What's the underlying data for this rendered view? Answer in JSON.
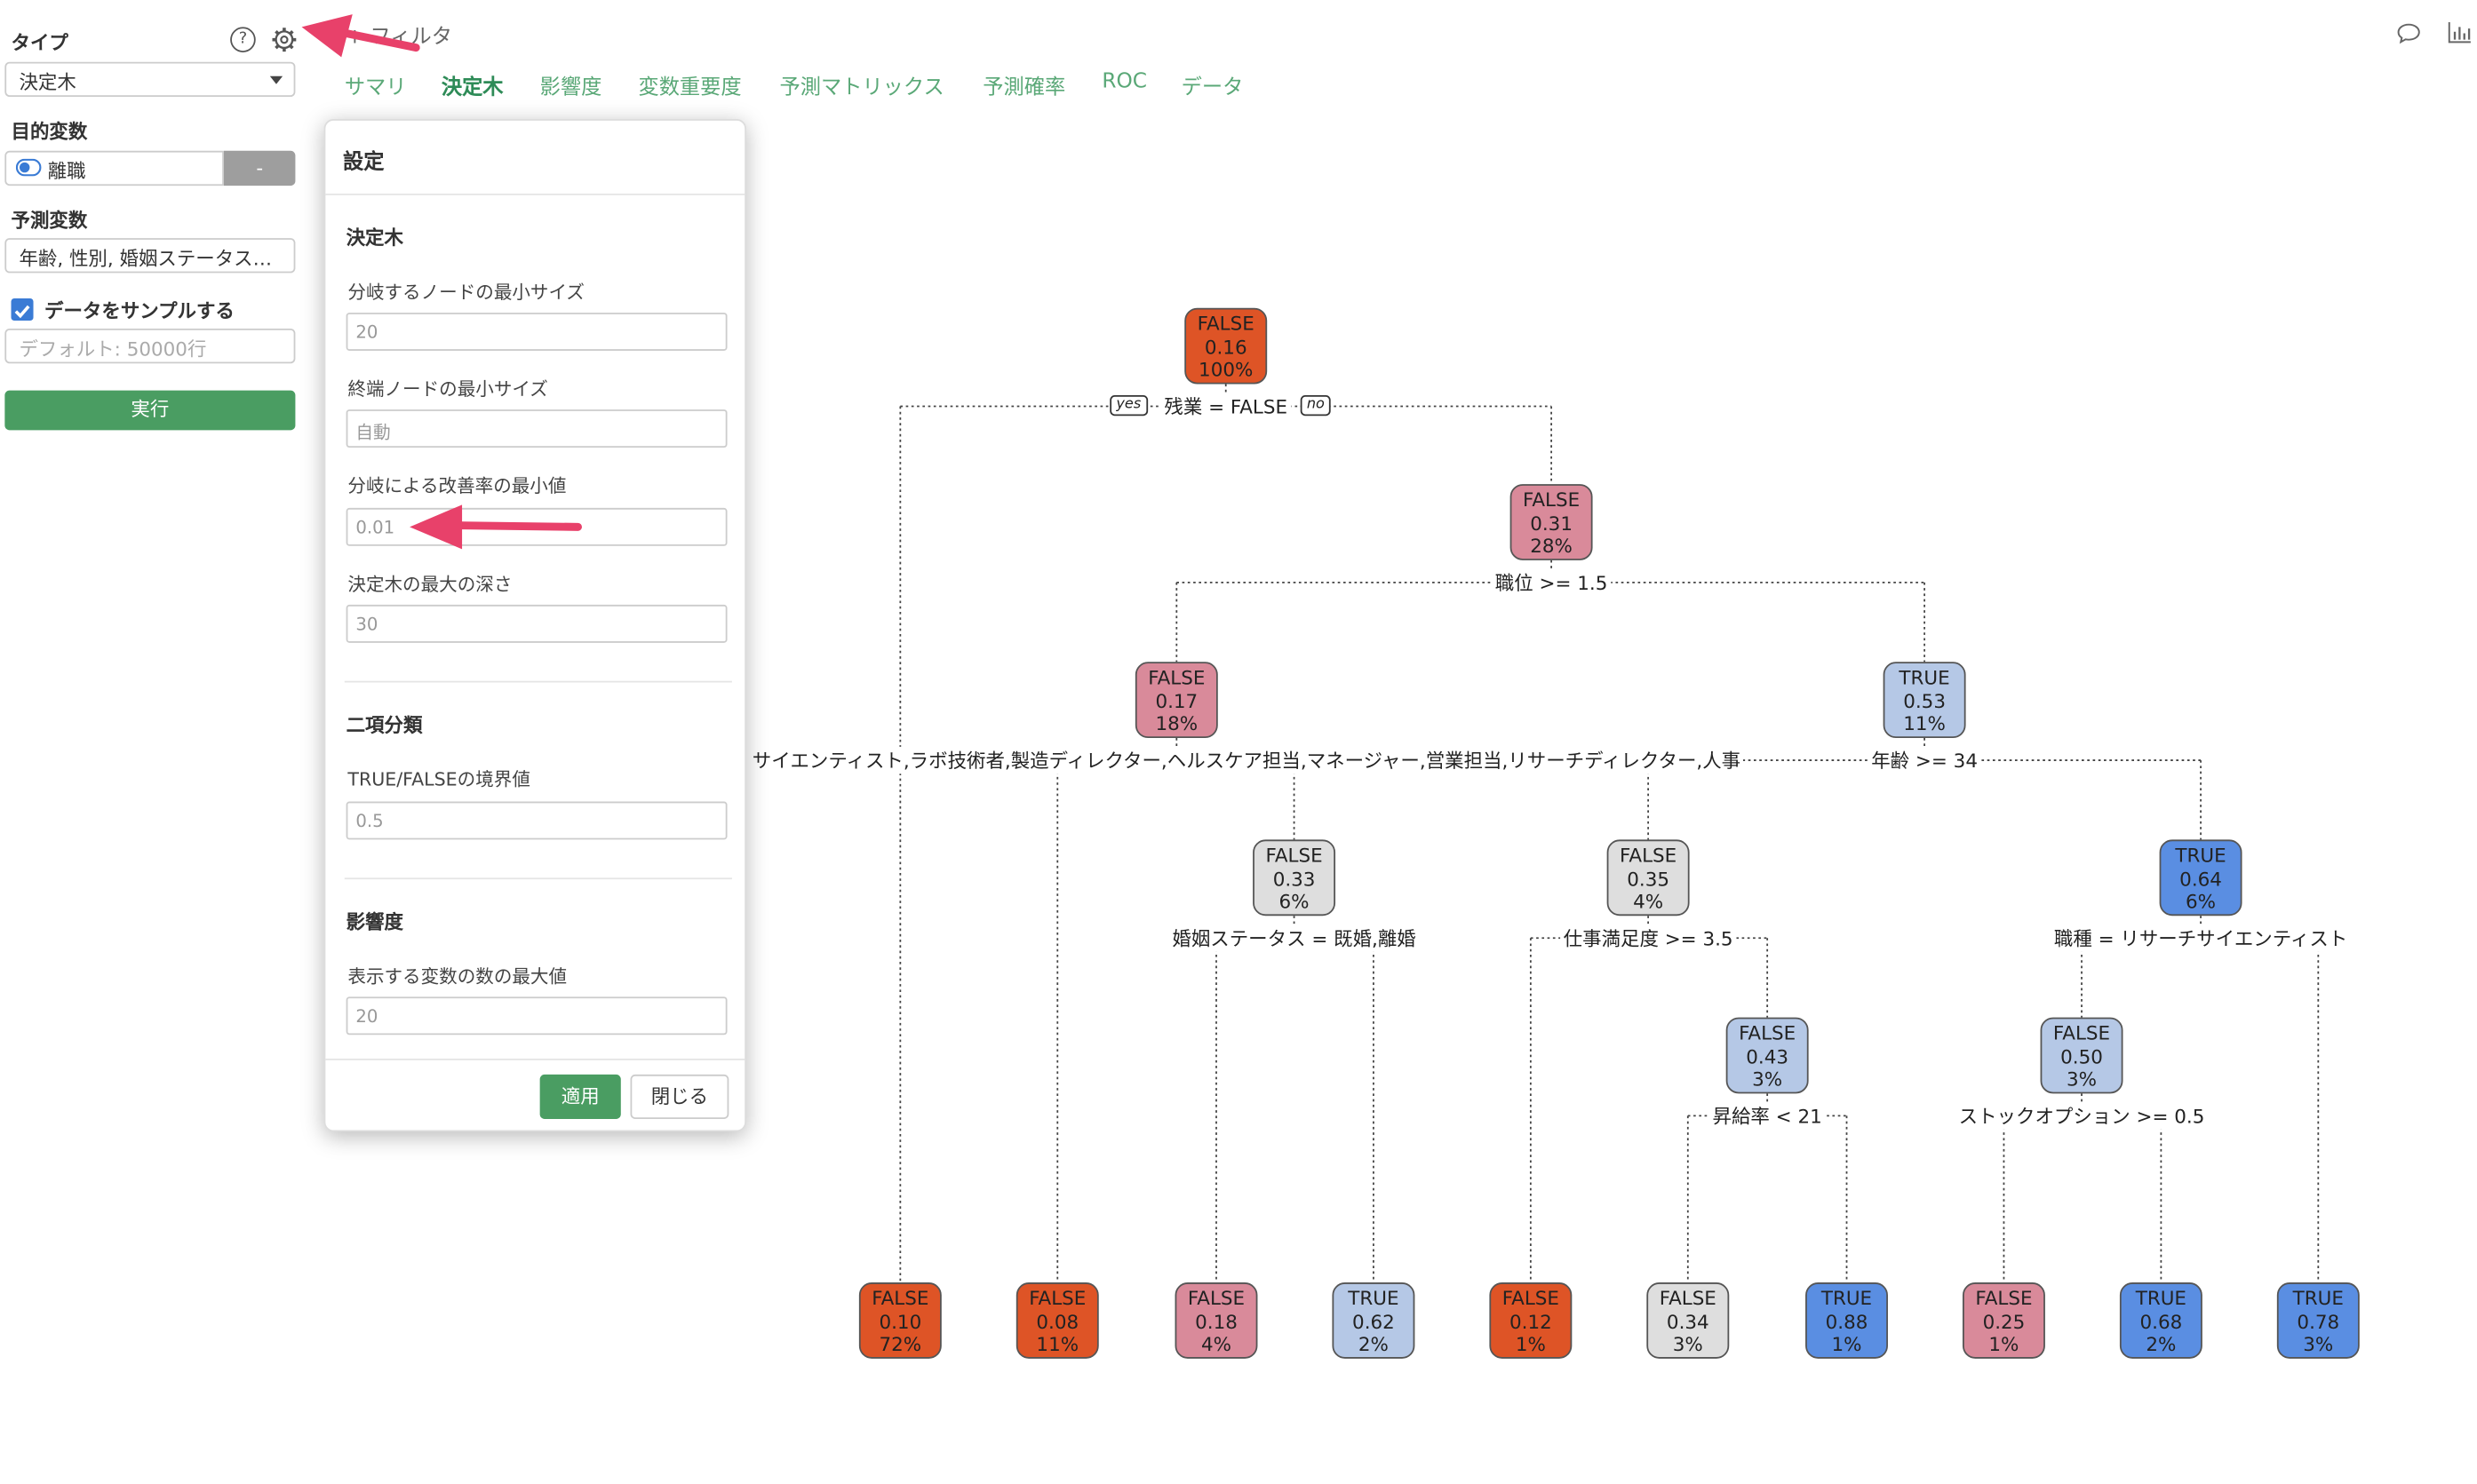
{
  "sidebar": {
    "type_label": "タイプ",
    "type_value": "決定木",
    "target_label": "目的変数",
    "target_value": "離職",
    "target_side_btn": "-",
    "predictors_label": "予測変数",
    "predictors_value": "年齢, 性別, 婚姻ステータス…",
    "sample_label": "データをサンプルする",
    "sample_checked": true,
    "sample_placeholder": "デフォルト: 50000行",
    "run_label": "実行",
    "help_icon_text": "?"
  },
  "header": {
    "filter_label": "+ フィルタ",
    "tabs": [
      "サマリ",
      "決定木",
      "影響度",
      "変数重要度",
      "予測マトリックス",
      "予測確率",
      "ROC",
      "データ"
    ],
    "active_tab": "決定木"
  },
  "dialog": {
    "title": "設定",
    "tree_section": "決定木",
    "min_split_label": "分岐するノードの最小サイズ",
    "min_split_value": "20",
    "min_bucket_label": "終端ノードの最小サイズ",
    "min_bucket_value": "自動",
    "cp_label": "分岐による改善率の最小値",
    "cp_value": "0.01",
    "max_depth_label": "決定木の最大の深さ",
    "max_depth_value": "30",
    "binary_section": "二項分類",
    "threshold_label": "TRUE/FALSEの境界値",
    "threshold_value": "0.5",
    "impact_section": "影響度",
    "max_vars_label": "表示する変数の数の最大値",
    "max_vars_value": "20",
    "apply_label": "適用",
    "close_label": "閉じる"
  },
  "tree": {
    "yes_label": "yes",
    "no_label": "no",
    "colors": {
      "dark_orange": "#de5426",
      "pink": "#d98a9a",
      "light_gray": "#dedede",
      "light_blue": "#b5c8e6",
      "blue": "#5a8ee2"
    },
    "nodes": [
      {
        "id": "n1",
        "label": "FALSE",
        "value": "0.16",
        "pct": "100%",
        "color": "dark_orange"
      },
      {
        "id": "n3",
        "label": "FALSE",
        "value": "0.31",
        "pct": "28%",
        "color": "pink"
      },
      {
        "id": "n6",
        "label": "FALSE",
        "value": "0.17",
        "pct": "18%",
        "color": "pink"
      },
      {
        "id": "n7",
        "label": "TRUE",
        "value": "0.53",
        "pct": "11%",
        "color": "light_blue"
      },
      {
        "id": "n13",
        "label": "FALSE",
        "value": "0.33",
        "pct": "6%",
        "color": "light_gray"
      },
      {
        "id": "n14",
        "label": "FALSE",
        "value": "0.35",
        "pct": "4%",
        "color": "light_gray"
      },
      {
        "id": "n15",
        "label": "TRUE",
        "value": "0.64",
        "pct": "6%",
        "color": "blue"
      },
      {
        "id": "n29",
        "label": "FALSE",
        "value": "0.43",
        "pct": "3%",
        "color": "light_blue"
      },
      {
        "id": "n30",
        "label": "FALSE",
        "value": "0.50",
        "pct": "3%",
        "color": "light_blue"
      },
      {
        "id": "l1",
        "label": "FALSE",
        "value": "0.10",
        "pct": "72%",
        "color": "dark_orange"
      },
      {
        "id": "l2",
        "label": "FALSE",
        "value": "0.08",
        "pct": "11%",
        "color": "dark_orange"
      },
      {
        "id": "l3",
        "label": "FALSE",
        "value": "0.18",
        "pct": "4%",
        "color": "pink"
      },
      {
        "id": "l4",
        "label": "TRUE",
        "value": "0.62",
        "pct": "2%",
        "color": "light_blue"
      },
      {
        "id": "l5",
        "label": "FALSE",
        "value": "0.12",
        "pct": "1%",
        "color": "dark_orange"
      },
      {
        "id": "l6",
        "label": "FALSE",
        "value": "0.34",
        "pct": "3%",
        "color": "light_gray"
      },
      {
        "id": "l7",
        "label": "TRUE",
        "value": "0.88",
        "pct": "1%",
        "color": "blue"
      },
      {
        "id": "l8",
        "label": "FALSE",
        "value": "0.25",
        "pct": "1%",
        "color": "pink"
      },
      {
        "id": "l9",
        "label": "TRUE",
        "value": "0.68",
        "pct": "2%",
        "color": "blue"
      },
      {
        "id": "l10",
        "label": "TRUE",
        "value": "0.78",
        "pct": "3%",
        "color": "blue"
      }
    ],
    "splits": [
      {
        "id": "s1",
        "text": "残業 = FALSE"
      },
      {
        "id": "s3",
        "text": "職位 >= 1.5"
      },
      {
        "id": "s6",
        "text": "サイエンティスト,ラボ技術者,製造ディレクター,ヘルスケア担当,マネージャー,営業担当,リサーチディレクター,人事"
      },
      {
        "id": "s7",
        "text": "年齢 >= 34"
      },
      {
        "id": "s13",
        "text": "婚姻ステータス = 既婚,離婚"
      },
      {
        "id": "s14",
        "text": "仕事満足度 >= 3.5"
      },
      {
        "id": "s15",
        "text": "職種 = リサーチサイエンティスト"
      },
      {
        "id": "s29",
        "text": "昇給率 < 21"
      },
      {
        "id": "s30",
        "text": "ストックオプション >= 0.5"
      }
    ]
  }
}
